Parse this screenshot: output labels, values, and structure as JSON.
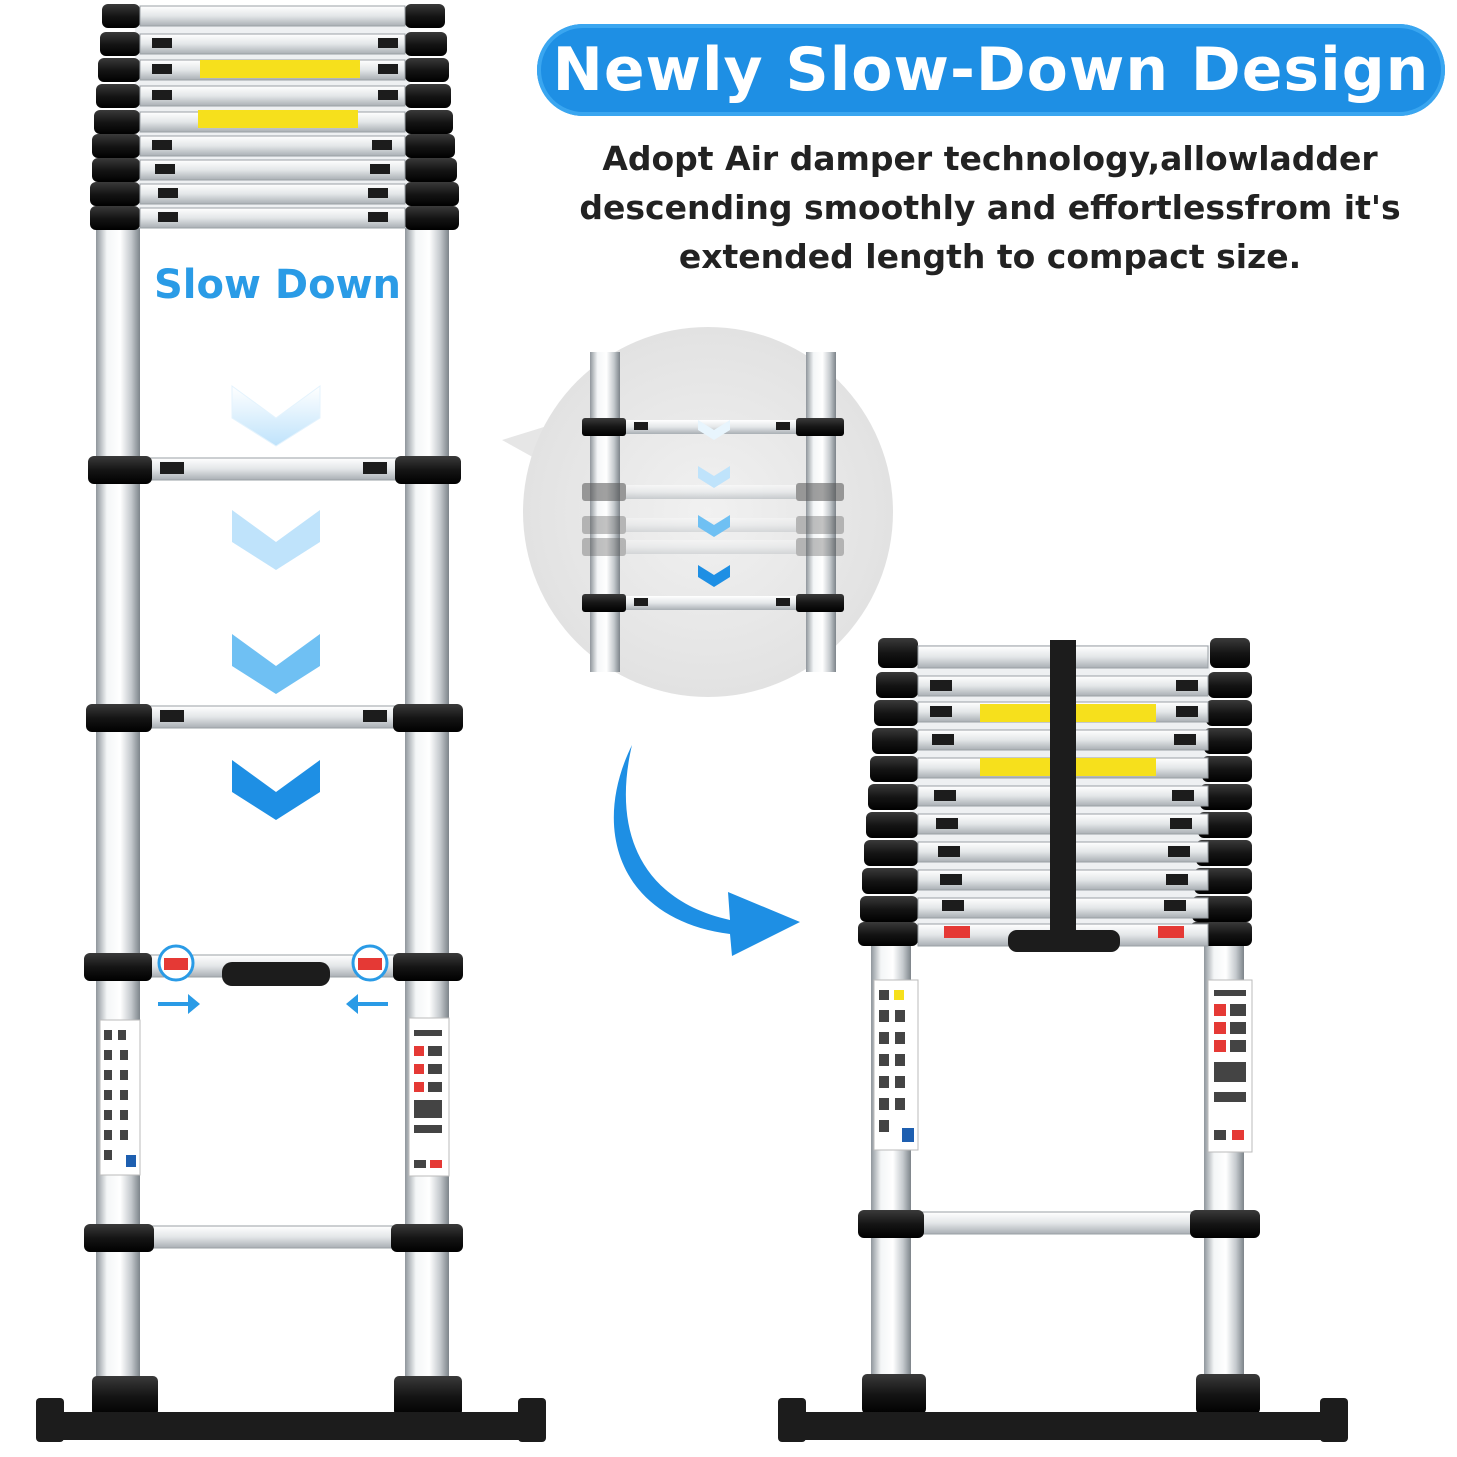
{
  "headline": "Newly Slow-Down Design",
  "description": {
    "line1": "Adopt Air damper technology,allowladder",
    "line2": "descending smoothly and effortlessfrom it's",
    "line3": "extended length to compact size."
  },
  "callout_label": "Slow Down",
  "colors": {
    "accent_blue": "#1e8fe4",
    "aluminum": "#d9dde1",
    "black_parts": "#1c1c1c",
    "lock_red": "#e53935",
    "warning_yellow": "#f6e01c"
  },
  "icons": [
    "down-chevron-icon",
    "curved-arrow-icon",
    "push-arrow-icon",
    "warning-label-icon"
  ]
}
